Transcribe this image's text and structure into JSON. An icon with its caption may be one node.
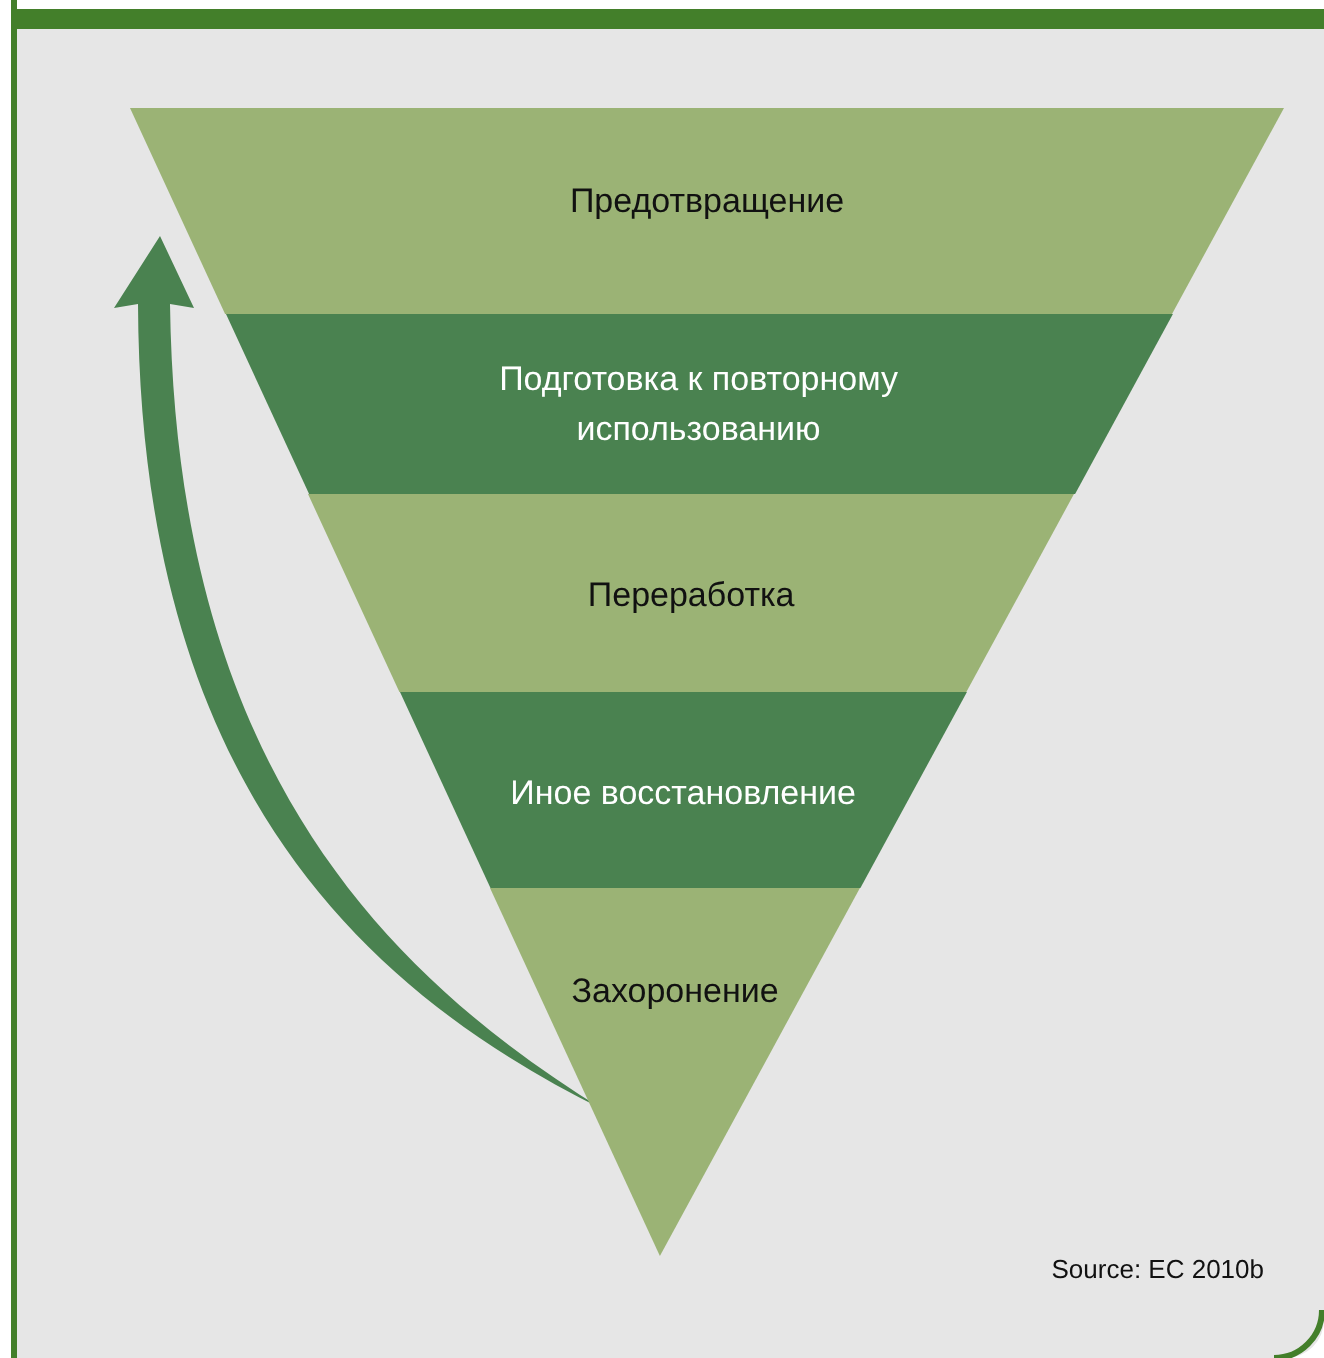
{
  "diagram": {
    "nodes": [
      {
        "text": [
          "Предотвращение"
        ]
      },
      {
        "text": [
          "Подготовка к повторному использованию"
        ]
      },
      {
        "text": [
          "Переработка"
        ]
      },
      {
        "text": [
          "Иное восстановление"
        ]
      },
      {
        "text": [
          "Захоронение"
        ]
      }
    ],
    "labels": [
      "Source: EC 2010b"
    ]
  }
}
